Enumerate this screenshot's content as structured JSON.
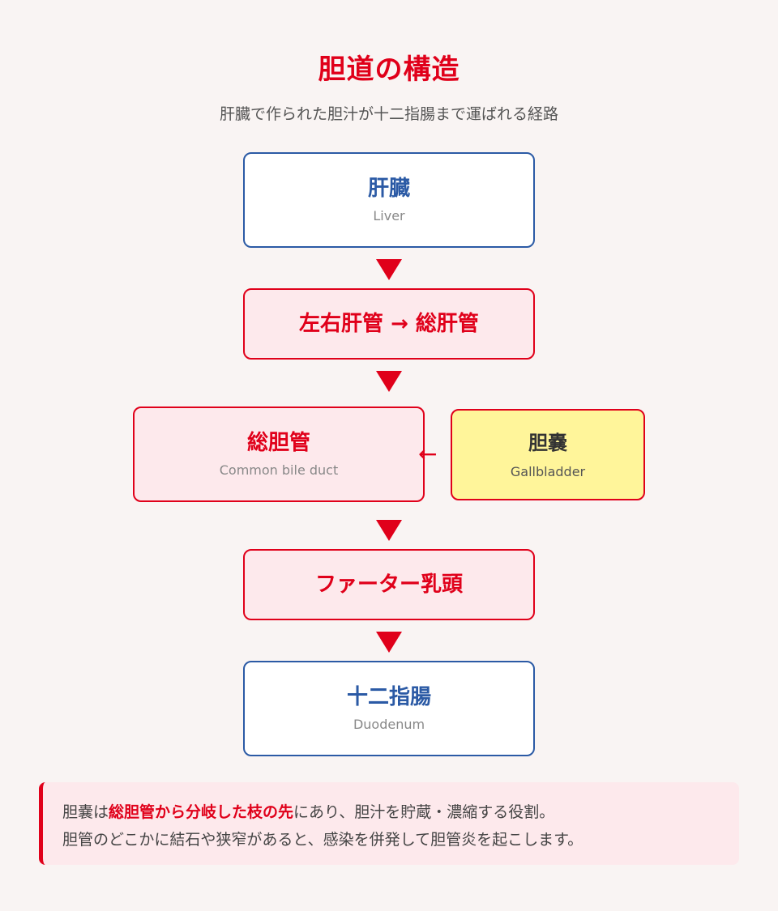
{
  "header": {
    "title": "胆道の構造",
    "subtitle": "肝臓で作られた胆汁が十二指腸まで運ばれる経路"
  },
  "flow": {
    "liver": {
      "main": "肝臓",
      "sub": "Liver"
    },
    "hepatic_ducts": {
      "main": "左右肝管 → 総肝管"
    },
    "common_bile_duct": {
      "main": "総胆管",
      "sub": "Common bile duct"
    },
    "gallbladder": {
      "main": "胆嚢",
      "sub": "Gallbladder"
    },
    "gallbladder_arrow": "←",
    "papilla": {
      "main": "ファーター乳頭"
    },
    "duodenum": {
      "main": "十二指腸",
      "sub": "Duodenum"
    }
  },
  "note": {
    "line1_pre": "胆嚢は",
    "line1_highlight": "総胆管から分岐した枝の先",
    "line1_post": "にあり、胆汁を貯蔵・濃縮する役割。",
    "line2": "胆管のどこかに結石や狭窄があると、感染を併発して胆管炎を起こします。"
  },
  "colors": {
    "accent_red": "#e0001a",
    "accent_blue": "#2b5aa5",
    "highlight_yellow": "#fff59a",
    "pale_pink": "#fde9ec",
    "background": "#f9f4f3"
  }
}
